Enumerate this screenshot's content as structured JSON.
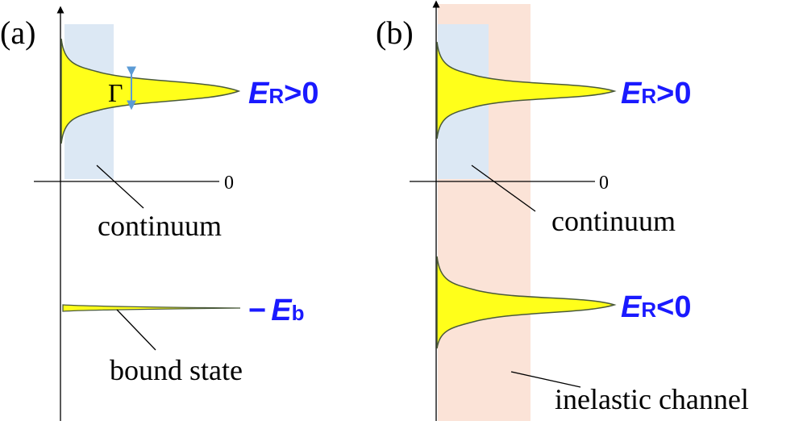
{
  "panels": {
    "a": {
      "label": "(a)",
      "zero_tick": "0",
      "gamma": "Γ",
      "resonance": {
        "symbol": "E",
        "subscript": "R",
        "relation": ">0"
      },
      "bound": {
        "prefix": "−",
        "symbol": "E",
        "subscript": "b"
      },
      "continuum_label": "continuum",
      "bound_label": "bound state"
    },
    "b": {
      "label": "(b)",
      "zero_tick": "0",
      "resonance_upper": {
        "symbol": "E",
        "subscript": "R",
        "relation": ">0"
      },
      "resonance_lower": {
        "symbol": "E",
        "subscript": "R",
        "relation": "<0"
      },
      "continuum_label": "continuum",
      "inelastic_label": "inelastic channel"
    }
  },
  "colors": {
    "continuum_region": "#dce8f4",
    "inelastic_region": "#fbe3d7",
    "peak_fill": "#ffff1a",
    "peak_stroke": "#4a5a3a",
    "gamma_arrow": "#5b9bd5",
    "energy_label": "#1a1aff"
  }
}
